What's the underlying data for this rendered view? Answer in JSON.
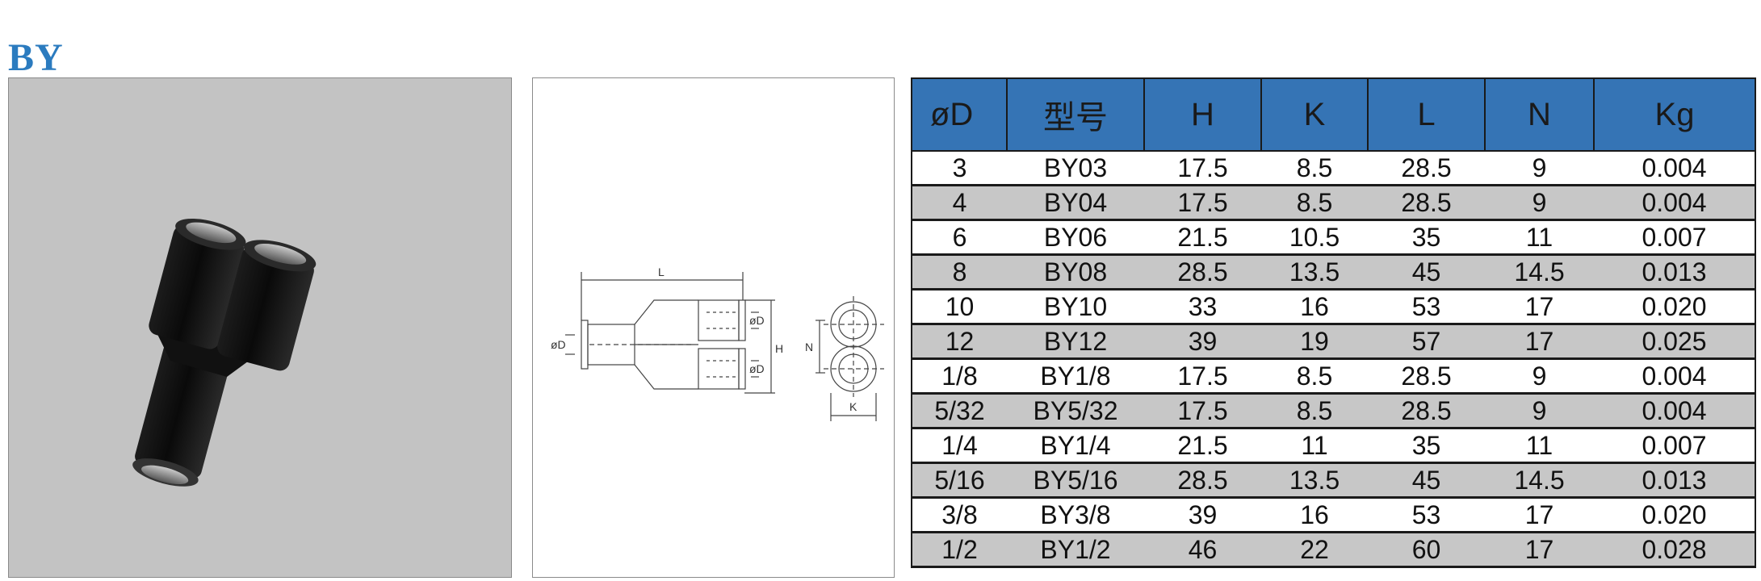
{
  "title": "BY",
  "drawing_labels": {
    "L": "L",
    "H": "H",
    "N": "N",
    "K": "K",
    "D": "øD"
  },
  "table": {
    "headers": [
      "øD",
      "型号",
      "H",
      "K",
      "L",
      "N",
      "Kg"
    ],
    "rows": [
      [
        "3",
        "BY03",
        "17.5",
        "8.5",
        "28.5",
        "9",
        "0.004"
      ],
      [
        "4",
        "BY04",
        "17.5",
        "8.5",
        "28.5",
        "9",
        "0.004"
      ],
      [
        "6",
        "BY06",
        "21.5",
        "10.5",
        "35",
        "11",
        "0.007"
      ],
      [
        "8",
        "BY08",
        "28.5",
        "13.5",
        "45",
        "14.5",
        "0.013"
      ],
      [
        "10",
        "BY10",
        "33",
        "16",
        "53",
        "17",
        "0.020"
      ],
      [
        "12",
        "BY12",
        "39",
        "19",
        "57",
        "17",
        "0.025"
      ],
      [
        "1/8",
        "BY1/8",
        "17.5",
        "8.5",
        "28.5",
        "9",
        "0.004"
      ],
      [
        "5/32",
        "BY5/32",
        "17.5",
        "8.5",
        "28.5",
        "9",
        "0.004"
      ],
      [
        "1/4",
        "BY1/4",
        "21.5",
        "11",
        "35",
        "11",
        "0.007"
      ],
      [
        "5/16",
        "BY5/16",
        "28.5",
        "13.5",
        "45",
        "14.5",
        "0.013"
      ],
      [
        "3/8",
        "BY3/8",
        "39",
        "16",
        "53",
        "17",
        "0.020"
      ],
      [
        "1/2",
        "BY1/2",
        "46",
        "22",
        "60",
        "17",
        "0.028"
      ]
    ]
  },
  "colors": {
    "title": "#2b7bbf",
    "header_bg": "#3574b5",
    "alt_row": "#c7c7c7",
    "photo_bg": "#c3c3c3"
  }
}
